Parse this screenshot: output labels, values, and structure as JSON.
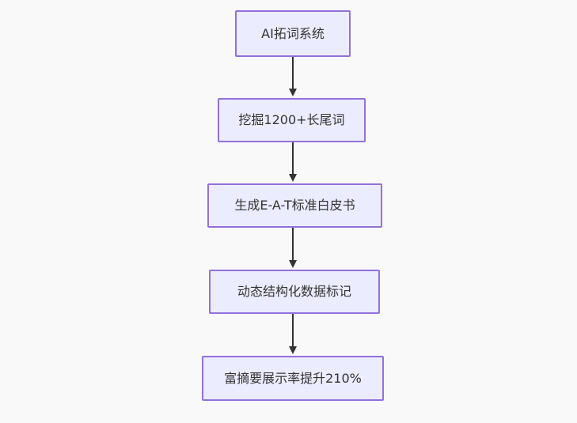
{
  "diagram": {
    "type": "flowchart-top-down",
    "nodes": [
      {
        "id": "A",
        "label": "AI拓词系统"
      },
      {
        "id": "B",
        "label": "挖掘1200+长尾词"
      },
      {
        "id": "C",
        "label": "生成E-A-T标准白皮书"
      },
      {
        "id": "D",
        "label": "动态结构化数据标记"
      },
      {
        "id": "E",
        "label": "富摘要展示率提升210%"
      }
    ],
    "edges": [
      {
        "from": "A",
        "to": "B"
      },
      {
        "from": "B",
        "to": "C"
      },
      {
        "from": "C",
        "to": "D"
      },
      {
        "from": "D",
        "to": "E"
      }
    ]
  },
  "colors": {
    "background": "#f9f9f9",
    "node_fill": "#ececff",
    "node_border": "#9370db",
    "text": "#333333",
    "arrow": "#333333"
  }
}
